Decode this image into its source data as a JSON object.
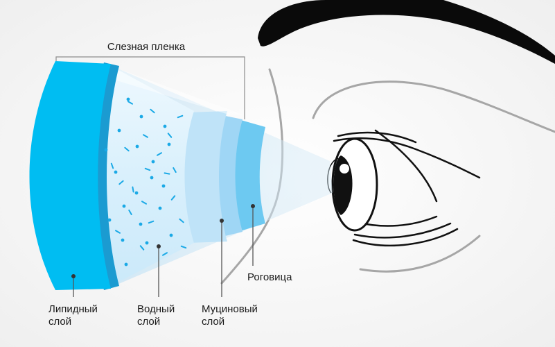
{
  "title": "Слезная пленка",
  "labels": {
    "lipid_line1": "Липидный",
    "lipid_line2": "слой",
    "aqueous_line1": "Водный",
    "aqueous_line2": "слой",
    "mucin_line1": "Муциновый",
    "mucin_line2": "слой",
    "cornea": "Роговица"
  },
  "colors": {
    "lipid": "#00bdf2",
    "lipid_edge": "#1b9bd1",
    "aqueous": "#dff2fd",
    "mucin_light": "#bfe3f8",
    "mucin": "#9fd6f5",
    "cornea": "#6dc9f1",
    "particles": "#1aa9e6",
    "outline": "#a6a6a6",
    "eye_stroke": "#111111"
  },
  "icons": [
    "eye-illustration"
  ]
}
